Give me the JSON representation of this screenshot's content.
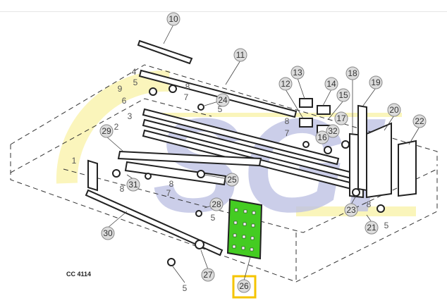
{
  "diagram": {
    "code": "CC 4114",
    "highlight_color": "#f5c400",
    "plate_color": "#44cc22",
    "watermark": "SGI",
    "callouts": {
      "c10": "10",
      "c11": "11",
      "c12": "12",
      "c13": "13",
      "c14": "14",
      "c15": "15",
      "c16": "16",
      "c17": "17",
      "c18": "18",
      "c19": "19",
      "c20": "20",
      "c21": "21",
      "c22": "22",
      "c23": "23",
      "c24": "24",
      "c25": "25",
      "c26": "26",
      "c27": "27",
      "c28": "28",
      "c29": "29",
      "c30": "30",
      "c31": "31",
      "c32": "32",
      "p1": "1",
      "p2": "2",
      "p3": "3",
      "p4": "4",
      "p5": "5",
      "p6": "6",
      "p7": "7",
      "p8": "8",
      "p9": "9"
    }
  }
}
